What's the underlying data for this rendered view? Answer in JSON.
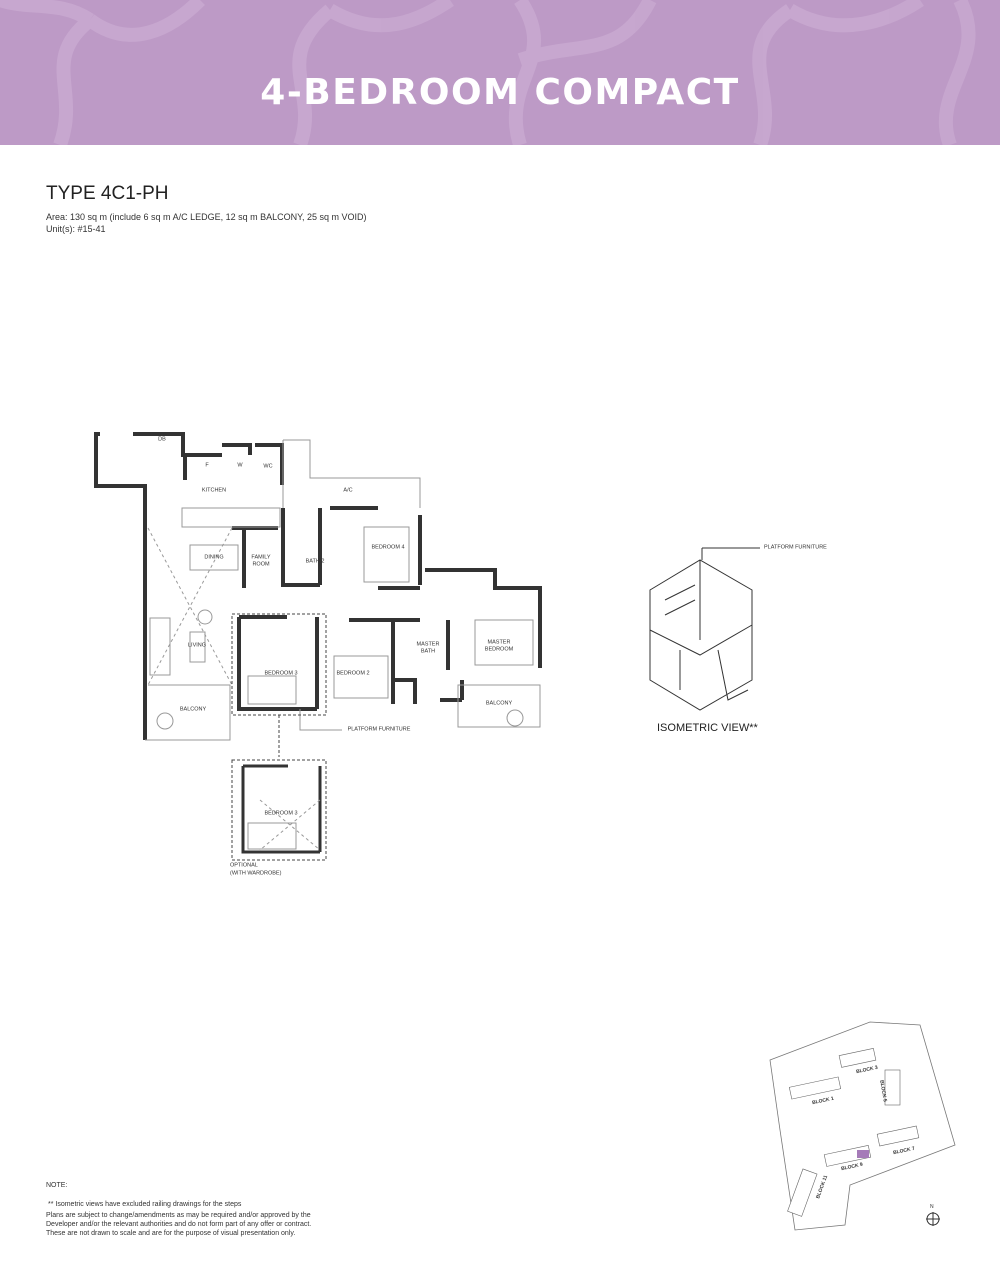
{
  "header": {
    "title": "4-BEDROOM COMPACT",
    "background_color": "#bd9ac6"
  },
  "unit": {
    "type": "TYPE 4C1-PH",
    "area": "Area: 130 sq m (include 6 sq m A/C LEDGE, 12 sq m BALCONY, 25 sq m VOID)",
    "units": "Unit(s): #15-41"
  },
  "floor_plan": {
    "labels": {
      "db": "DB",
      "fridge": "F",
      "washer": "W",
      "wc": "WC",
      "kitchen": "KITCHEN",
      "ac": "A/C",
      "dining": "DINING",
      "family_room": "FAMILY ROOM",
      "bath2": "BATH 2",
      "bedroom4": "BEDROOM 4",
      "living": "LIVING",
      "bedroom3": "BEDROOM 3",
      "bedroom2": "BEDROOM 2",
      "master_bath": "MASTER BATH",
      "master_bedroom": "MASTER BEDROOM",
      "balcony_living": "BALCONY",
      "balcony_master": "BALCONY",
      "platform_furniture": "PLATFORM FURNITURE"
    },
    "optional": {
      "bedroom3": "BEDROOM 3",
      "caption_line1": "OPTIONAL",
      "caption_line2": "(WITH WARDROBE)"
    }
  },
  "isometric": {
    "callout": "PLATFORM FURNITURE",
    "title": "ISOMETRIC VIEW**"
  },
  "key_plan": {
    "blocks": [
      "BLOCK 1",
      "BLOCK 3",
      "BLOCK 5",
      "BLOCK 7",
      "BLOCK 9",
      "BLOCK 11"
    ],
    "north": "N",
    "highlight_color": "#a57bb8"
  },
  "notes": {
    "heading": "NOTE:",
    "lines": [
      "** Isometric views have excluded railing drawings for the steps",
      "Plans are subject to change/amendments as may be required and/or approved by the",
      "Developer and/or the relevant authorities and do not form part of any offer or contract.",
      "These are not drawn to scale and are for the purpose of visual presentation only."
    ]
  }
}
